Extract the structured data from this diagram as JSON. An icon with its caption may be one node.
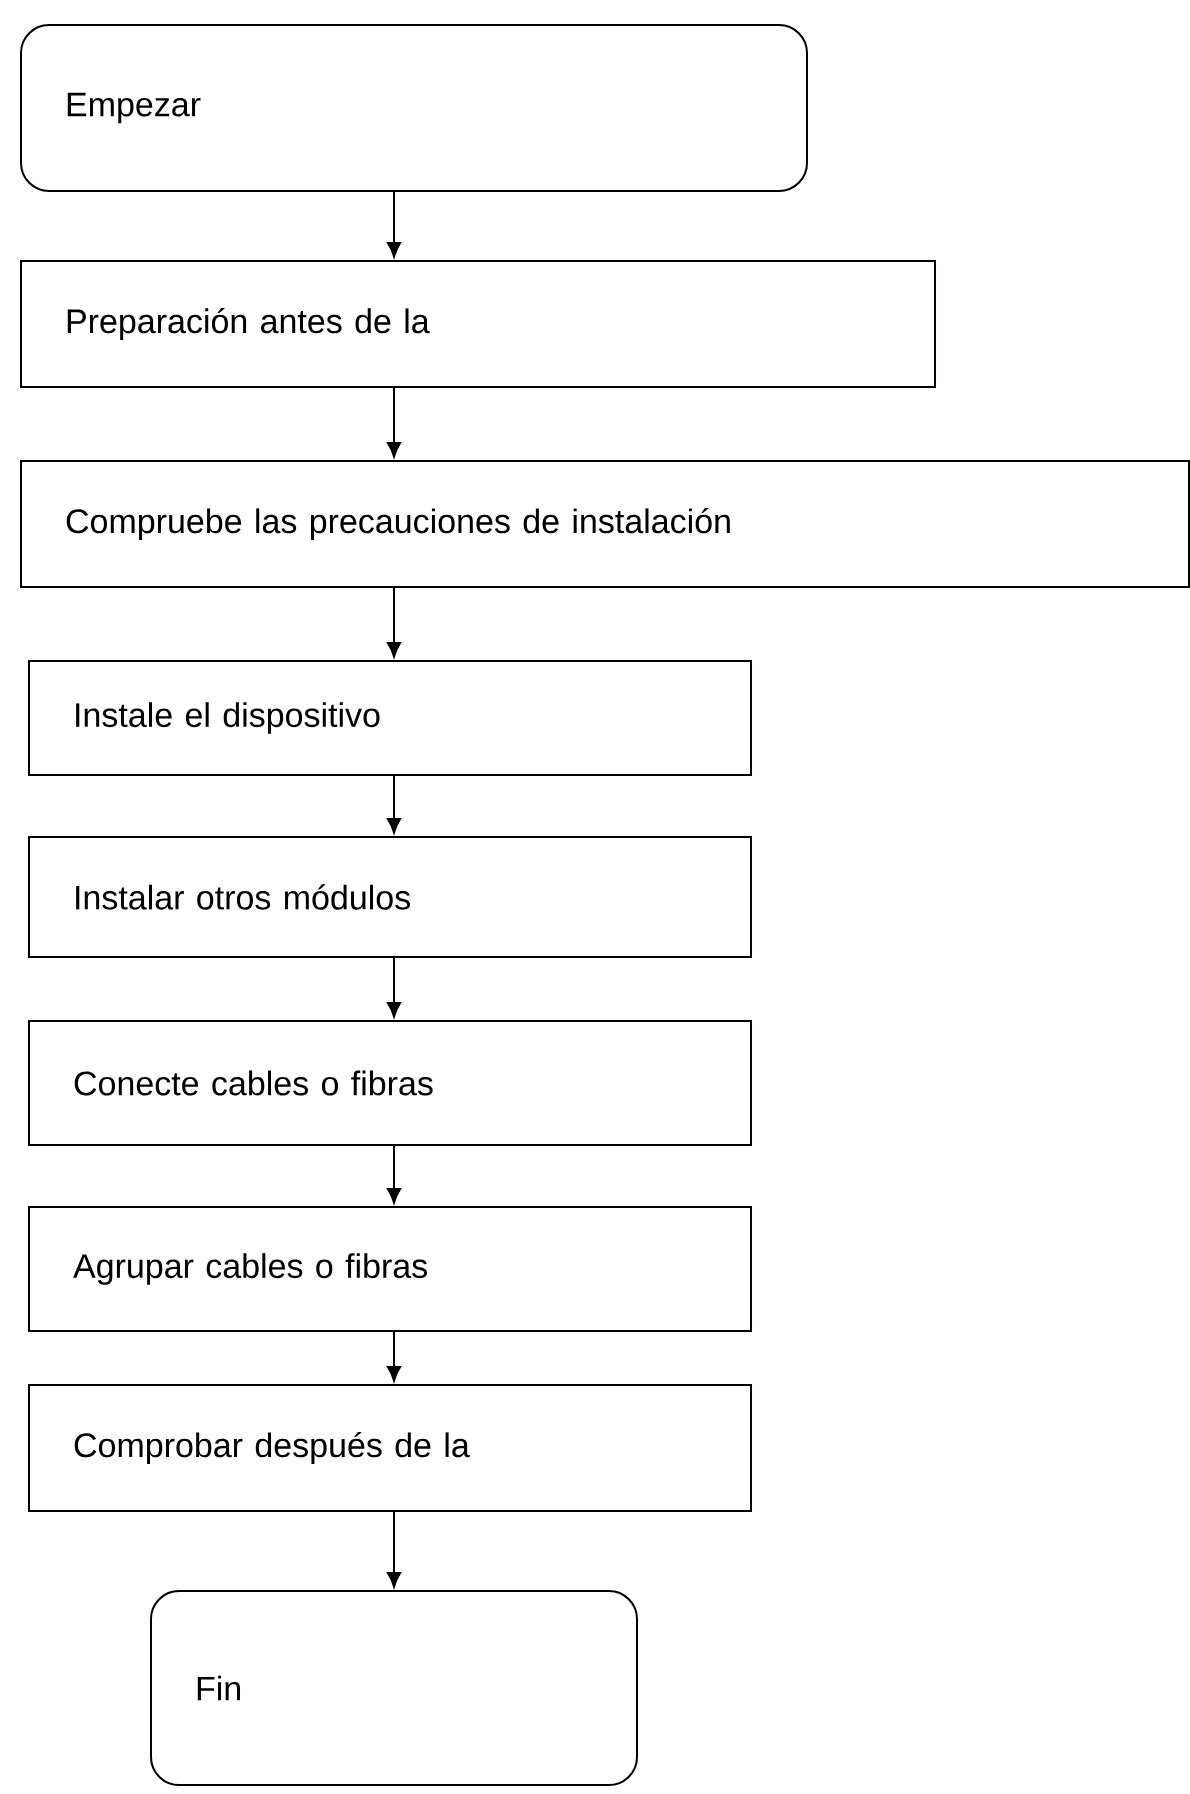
{
  "diagram": {
    "nodes": [
      {
        "text": [
          "Empezar"
        ]
      },
      {
        "text": [
          "Preparación antes de la"
        ]
      },
      {
        "text": [
          "Compruebe las precauciones de instalación"
        ]
      },
      {
        "text": [
          "Instale el dispositivo"
        ]
      },
      {
        "text": [
          "Instalar otros módulos"
        ]
      },
      {
        "text": [
          "Conecte cables o fibras"
        ]
      },
      {
        "text": [
          "Agrupar cables o fibras"
        ]
      },
      {
        "text": [
          "Comprobar después de la"
        ]
      },
      {
        "text": [
          "Fin"
        ]
      }
    ],
    "edges": [
      {
        "from": 0,
        "to": 1,
        "arrow": "to"
      },
      {
        "from": 1,
        "to": 2,
        "arrow": "to"
      },
      {
        "from": 2,
        "to": 3,
        "arrow": "to"
      },
      {
        "from": 3,
        "to": 4,
        "arrow": "to"
      },
      {
        "from": 4,
        "to": 5,
        "arrow": "to"
      },
      {
        "from": 5,
        "to": 6,
        "arrow": "to"
      },
      {
        "from": 6,
        "to": 7,
        "arrow": "to"
      },
      {
        "from": 7,
        "to": 8,
        "arrow": "to"
      }
    ]
  }
}
